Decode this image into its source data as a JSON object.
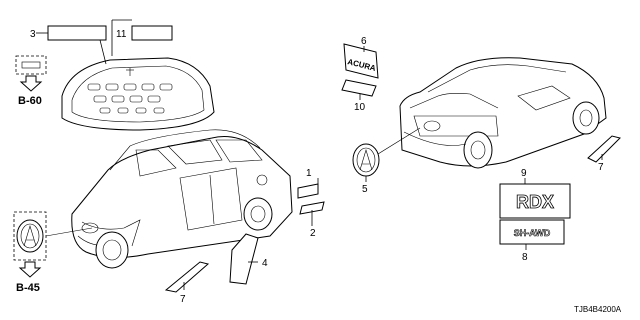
{
  "diagram": {
    "code": "TJB4B4200A",
    "callouts": {
      "c1": "1",
      "c2": "2",
      "c3": "3",
      "c4": "4",
      "c5": "5",
      "c6": "6",
      "c7a": "7",
      "c7b": "7",
      "c8": "8",
      "c9": "9",
      "c10": "10",
      "c11": "11"
    },
    "refs": {
      "b60": "B-60",
      "b45": "B-45"
    },
    "emblems": {
      "model": "RDX",
      "drive": "SH-AWD",
      "brand": "ACURA"
    }
  }
}
